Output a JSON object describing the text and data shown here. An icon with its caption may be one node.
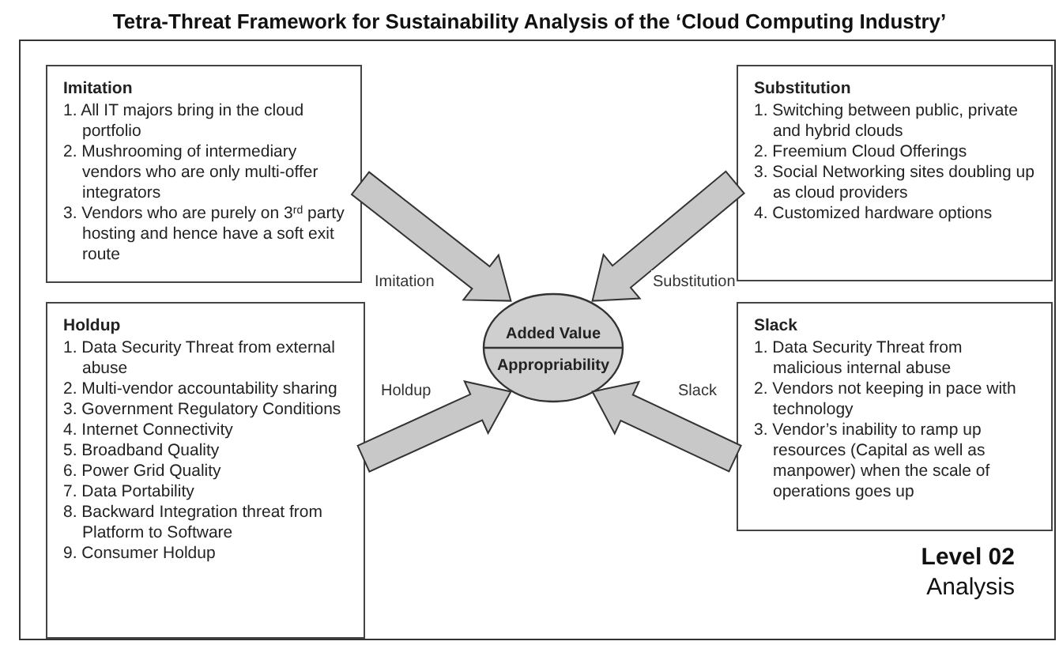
{
  "diagram": {
    "title": "Tetra-Threat Framework for Sustainability Analysis of the ‘Cloud Computing Industry’",
    "nodes": [
      {
        "text": [],
        "shape": "box"
      },
      {
        "text": [
          "Imitation",
          "1. All IT majors bring in the cloud portfolio",
          "2. Mushrooming of intermediary vendors who are only multi-offer integrators",
          "3. Vendors who are purely on 3$^{rd}$ party hosting and hence have a soft exit route"
        ],
        "in": 0
      },
      {
        "text": [
          "Substitution",
          "1. Switching between public, private and hybrid clouds",
          "2. Freemium Cloud Offerings",
          "3. Social Networking sites doubling up as cloud providers",
          "4. Customized hardware options"
        ],
        "in": 0
      },
      {
        "text": [
          "Holdup",
          "1. Data Security Threat from external abuse",
          "2. Multi-vendor accountability sharing",
          "3. Government Regulatory Conditions",
          "4. Internet Connectivity",
          "5. Broadband Quality",
          "6. Power Grid Quality",
          "7. Data Portability",
          "8. Backward Integration threat from Platform to Software",
          "9. Consumer Holdup"
        ],
        "in": 0
      },
      {
        "text": [
          "Slack",
          "1. Data Security Threat from malicious internal abuse",
          "2. Vendors not keeping in pace with technology",
          "3. Vendor’s inability to ramp up resources (Capital as well as manpower) when the scale of operations goes up"
        ],
        "in": 0
      },
      {
        "text": [
          "Added Value",
          "Appropriability"
        ],
        "in": 0
      }
    ],
    "edges": [
      {
        "from": 1,
        "to": 5,
        "arrow": "to",
        "label": "Imitation"
      },
      {
        "from": 2,
        "to": 5,
        "arrow": "to",
        "label": "Substitution"
      },
      {
        "from": 3,
        "to": 5,
        "arrow": "to",
        "label": "Holdup"
      },
      {
        "from": 4,
        "to": 5,
        "arrow": "to",
        "label": "Slack"
      }
    ],
    "labels": [
      "Level 02",
      "Analysis"
    ]
  }
}
